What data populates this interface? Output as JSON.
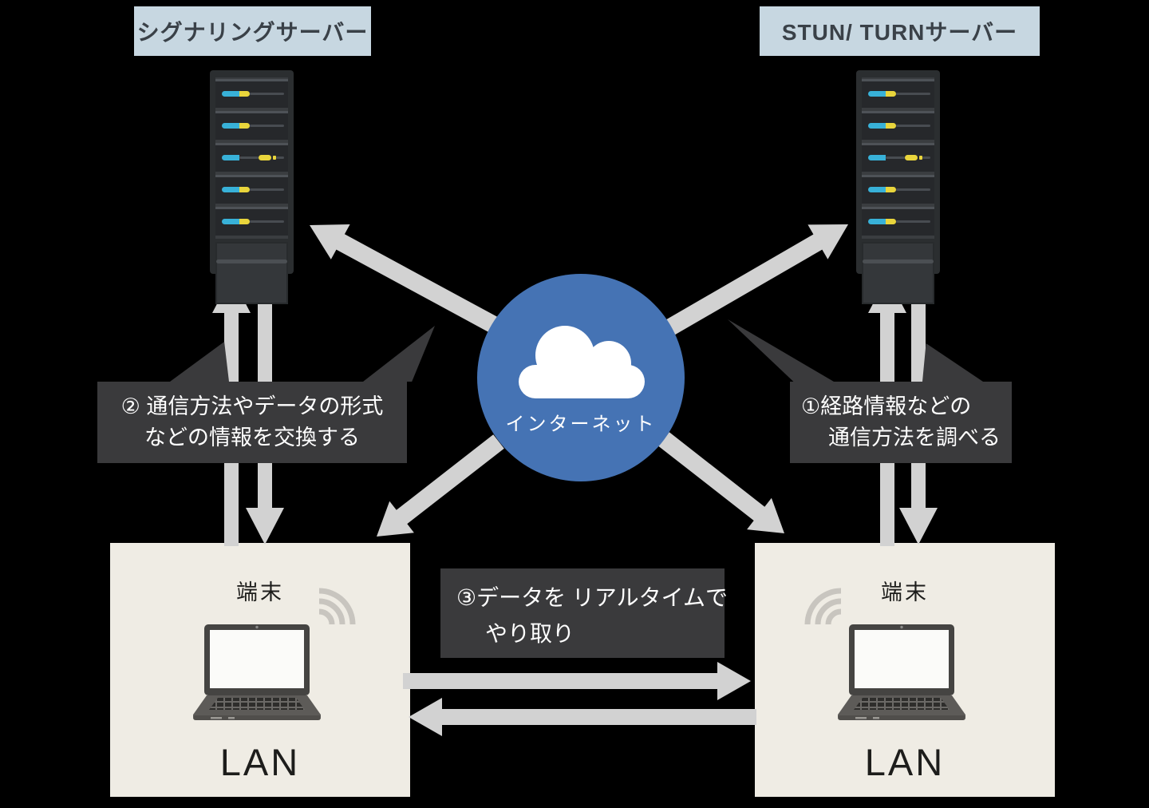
{
  "headers": {
    "signaling": "シグナリングサーバー",
    "stun_turn": "STUN/ TURNサーバー"
  },
  "internet": {
    "label": "インターネット"
  },
  "callouts": {
    "step1": {
      "line1": "①経路情報などの",
      "line2": "通信方法を調べる"
    },
    "step2": {
      "line1": "② 通信方法やデータの形式",
      "line2": "などの情報を交換する"
    },
    "step3": {
      "line1": "③データを リアルタイムで",
      "line2": "やり取り"
    }
  },
  "lan_left": {
    "terminal": "端末",
    "lan": "LAN"
  },
  "lan_right": {
    "terminal": "端末",
    "lan": "LAN"
  },
  "icons": {
    "server_rack": "server-rack-icon",
    "cloud": "cloud-icon",
    "laptop": "laptop-icon",
    "wifi": "wifi-icon",
    "arrow": "block-arrow"
  },
  "colors": {
    "background": "#000000",
    "server_label_bg": "#c7d7e1",
    "server_label_text": "#3a4148",
    "callout_bg": "#3a3a3c",
    "callout_text": "#ffffff",
    "internet_bg": "#4573b4",
    "internet_text": "#ffffff",
    "lan_bg": "#efece4",
    "lan_text": "#1d1d1b",
    "arrow": "#d2d2d2",
    "rack_frame": "#2b2e30",
    "rack_panel": "#3a3d40",
    "rack_slot": "#26282b",
    "led_blue": "#38b1d8",
    "led_yellow": "#e9d53c",
    "wifi": "#c8c5bf",
    "laptop_frame": "#454442",
    "laptop_screen": "#fbfbf9",
    "laptop_deck": "#5d5b58"
  }
}
